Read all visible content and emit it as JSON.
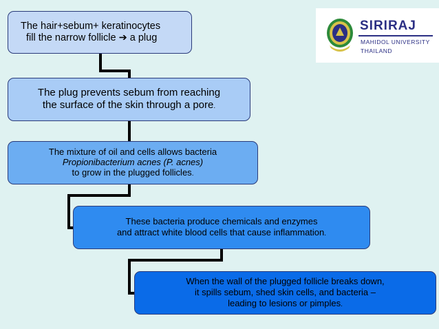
{
  "steps": [
    {
      "lines": [
        "The hair+sebum+ keratinocytes",
        "fill the narrow follicle ➔ a plug"
      ]
    },
    {
      "lines": [
        "The plug prevents sebum from reaching",
        "the surface of the skin through a pore",
        "."
      ]
    },
    {
      "lines": [
        "The mixture of oil and cells allows bacteria",
        "Propionibacterium acnes (P. acnes)",
        "to grow in the plugged follicles",
        "."
      ]
    },
    {
      "lines": [
        "These bacteria produce chemicals and enzymes",
        "and attract white blood cells that cause inflammation",
        "."
      ]
    },
    {
      "lines": [
        "When the wall of the plugged follicle breaks down,",
        "it spills sebum, shed skin cells, and bacteria –",
        "leading to lesions or pimples",
        "."
      ]
    }
  ],
  "logo": {
    "name": "SIRIRAJ",
    "line1": "MAHIDOL UNIVERSITY",
    "line2": "THAILAND"
  },
  "colors": {
    "background": "#dff2f1",
    "box1": "#c4d9f6",
    "box2": "#a9ccf6",
    "box3": "#6cadf2",
    "box4": "#2f8bf0",
    "box5": "#0a6be8",
    "connector": "#000000",
    "brand": "#2b2f84"
  }
}
